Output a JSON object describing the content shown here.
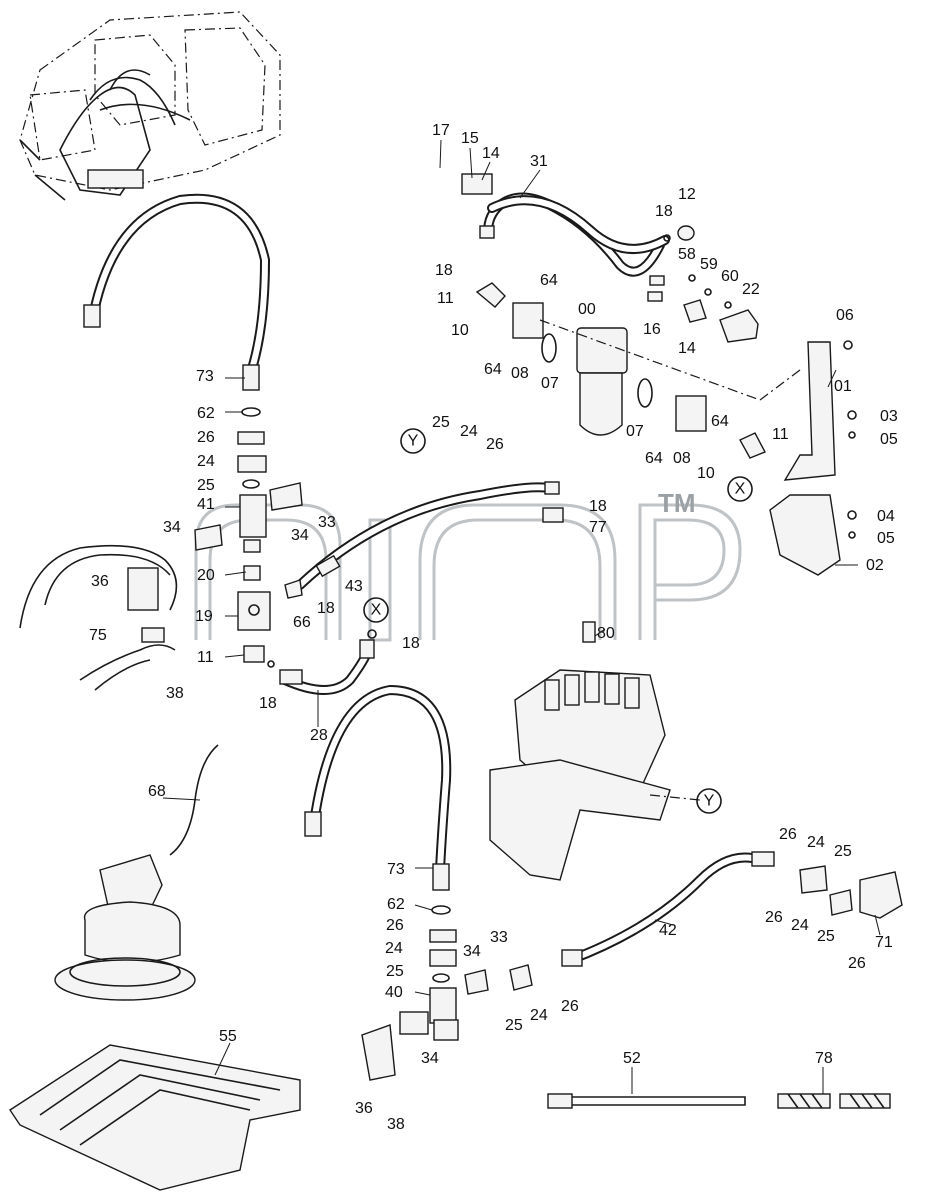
{
  "diagram": {
    "watermark_trademark": "TM",
    "reference_markers": {
      "x": "X",
      "y": "Y"
    },
    "labels": {
      "p17": "17",
      "p15": "15",
      "p14a": "14",
      "p31": "31",
      "p12": "12",
      "p18a": "18",
      "p58": "58",
      "p59": "59",
      "p60": "60",
      "p22": "22",
      "p18b": "18",
      "p64a": "64",
      "p11a": "11",
      "p00": "00",
      "p16": "16",
      "p14b": "14",
      "p06": "06",
      "p10a": "10",
      "p64b": "64",
      "p08a": "08",
      "p07a": "07",
      "p01": "01",
      "p07b": "07",
      "p64c": "64",
      "p03": "03",
      "p64d": "64",
      "p08b": "08",
      "p10b": "10",
      "p11b": "11",
      "p05a": "05",
      "p73a": "73",
      "p62a": "62",
      "p26a": "26",
      "p24a": "24",
      "p25a": "25",
      "p41": "41",
      "p25b": "25",
      "p24b": "24",
      "p26b": "26",
      "p18c": "18",
      "p77": "77",
      "p04": "04",
      "p05b": "05",
      "p02": "02",
      "p34a": "34",
      "p33a": "33",
      "p34b": "34",
      "p36a": "36",
      "p20": "20",
      "p43": "43",
      "p18d": "18",
      "p19": "19",
      "p66": "66",
      "p18e": "18",
      "p80": "80",
      "p75": "75",
      "p11c": "11",
      "p38a": "38",
      "p18f": "18",
      "p28": "28",
      "p68": "68",
      "p73b": "73",
      "p62b": "62",
      "p26c": "26",
      "p24c": "24",
      "p25c": "25",
      "p40": "40",
      "p34c": "34",
      "p33b": "33",
      "p42": "42",
      "p26d": "26",
      "p24d": "24",
      "p25d": "25",
      "p26e": "26",
      "p24e": "24",
      "p25e": "25",
      "p71": "71",
      "p26f": "26",
      "p25f": "25",
      "p24f": "24",
      "p26g": "26",
      "p55": "55",
      "p34d": "34",
      "p36b": "36",
      "p38b": "38",
      "p52": "52",
      "p78": "78"
    }
  }
}
